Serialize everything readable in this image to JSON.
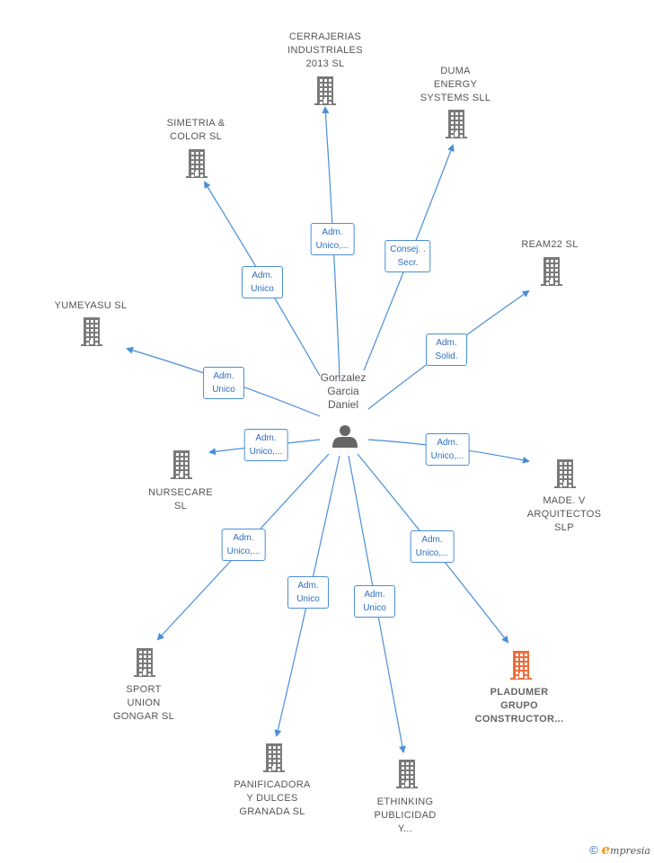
{
  "center": {
    "label": "Gonzalez\nGarcia\nDaniel",
    "icon": "person-icon"
  },
  "colors": {
    "edge": "#4a8fd8",
    "node": "#7a7a7a",
    "highlight": "#f26b3a"
  },
  "nodes": [
    {
      "id": "cerrajerias",
      "label": "CERRAJERIAS\nINDUSTRIALES\n2013 SL",
      "role": "Adm.\nUnico,...",
      "highlight": false
    },
    {
      "id": "duma",
      "label": "DUMA\nENERGY\nSYSTEMS SLL",
      "role": "Consej. .\nSecr.",
      "highlight": false
    },
    {
      "id": "simetria",
      "label": "SIMETRIA &\nCOLOR SL",
      "role": "Adm.\nUnico",
      "highlight": false
    },
    {
      "id": "ream22",
      "label": "REAM22 SL",
      "role": "Adm.\nSolid.",
      "highlight": false
    },
    {
      "id": "yumeyasu",
      "label": "YUMEYASU SL",
      "role": "Adm.\nUnico",
      "highlight": false
    },
    {
      "id": "nursecare",
      "label": "NURSECARE\nSL",
      "role": "Adm.\nUnico,...",
      "highlight": false
    },
    {
      "id": "made",
      "label": "MADE. V\nARQUITECTOS\nSLP",
      "role": "Adm.\nUnico,...",
      "highlight": false
    },
    {
      "id": "sport",
      "label": "SPORT\nUNION\nGONGAR SL",
      "role": "Adm.\nUnico,...",
      "highlight": false
    },
    {
      "id": "panificadora",
      "label": "PANIFICADORA\nY DULCES\nGRANADA SL",
      "role": "Adm.\nUnico",
      "highlight": false
    },
    {
      "id": "ethinking",
      "label": "ETHINKING\nPUBLICIDAD\nY...",
      "role": "Adm.\nUnico",
      "highlight": false
    },
    {
      "id": "pladumer",
      "label": "PLADUMER\nGRUPO\nCONSTRUCTOR...",
      "role": "Adm.\nUnico,...",
      "highlight": true
    }
  ],
  "footer": {
    "copyright": "©",
    "brand_initial": "e",
    "brand_rest": "mpresia"
  }
}
